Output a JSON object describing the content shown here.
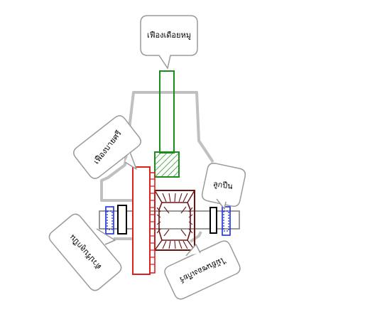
{
  "labels": {
    "pinion_gear": "เฟืองเดือยหมู",
    "crown_gear": "เฟืองบายศรี",
    "bearing": "ลูกปืน",
    "lower_left": "ตัวปรับลูกปืน",
    "lower_right": "ไม้ยันซองเกียร์"
  },
  "colors": {
    "housing": "#c0c0c0",
    "pinion": "#1a8c1a",
    "crown": "#e02020",
    "differential": "#6b1414",
    "bearing": "#1a2ed8",
    "axle": "#808080",
    "ink": "#000000"
  }
}
